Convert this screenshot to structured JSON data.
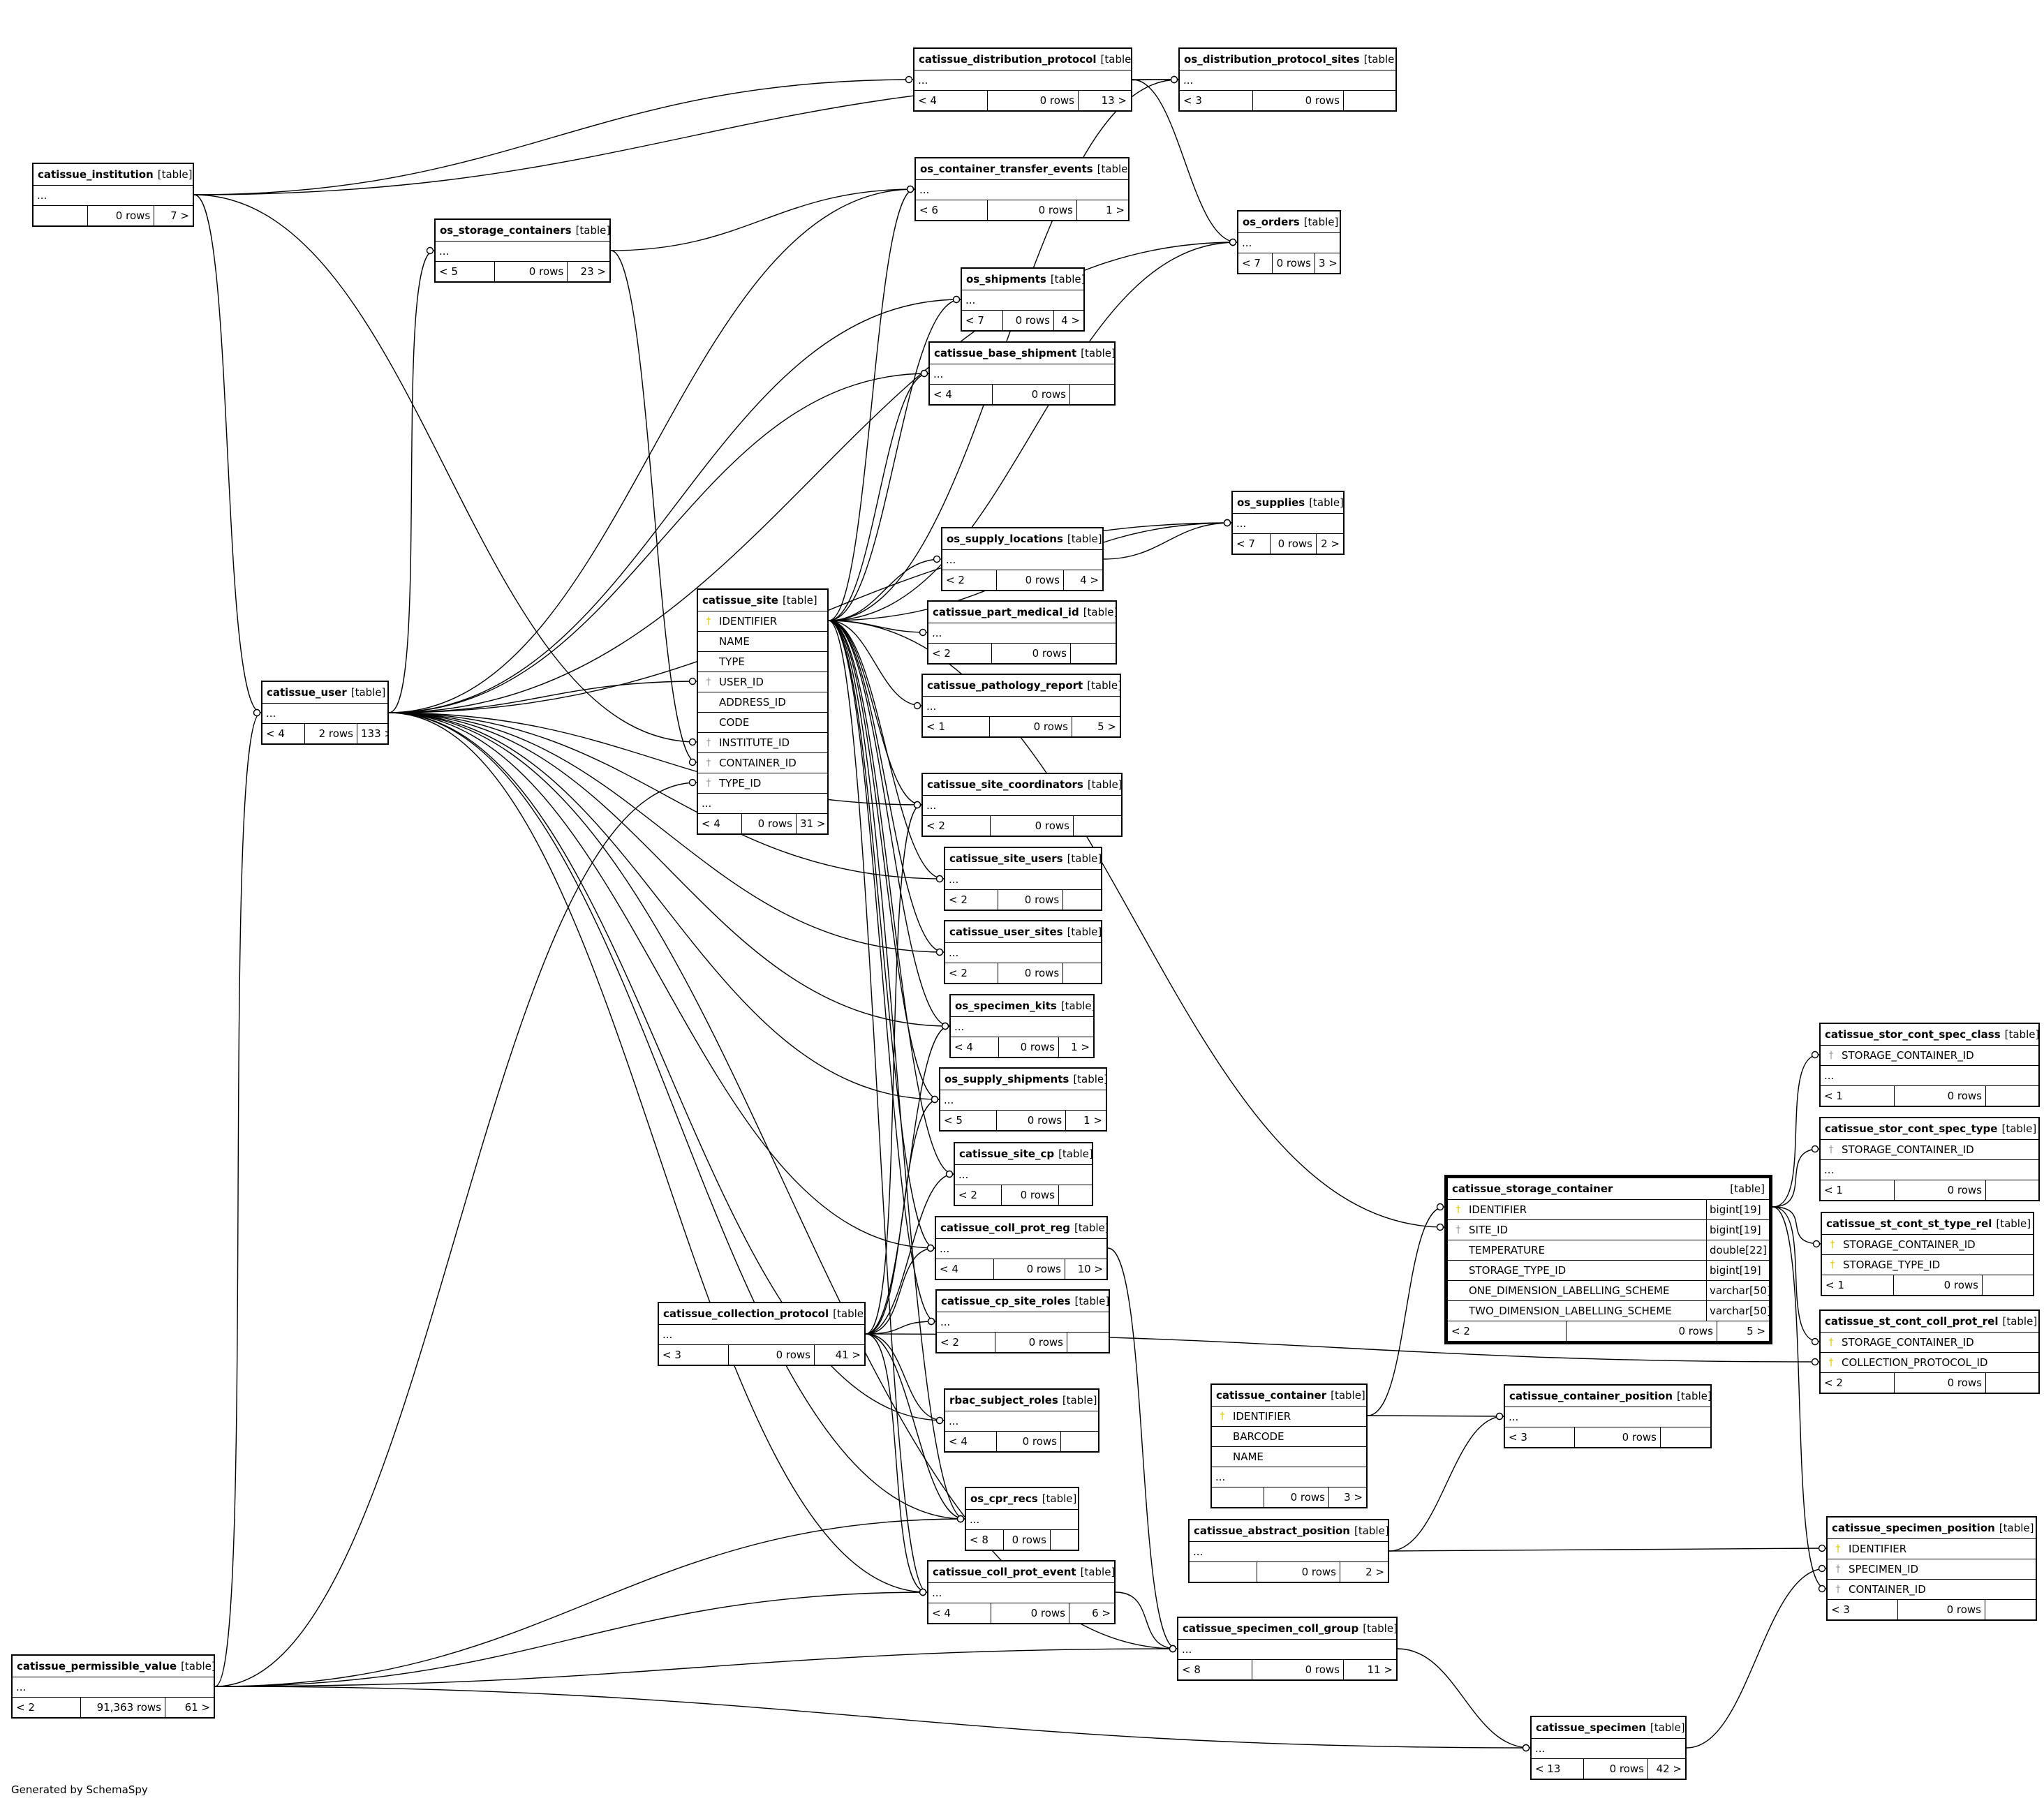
{
  "caption": "Generated by SchemaSpy",
  "table_tag": "[table]",
  "ellipsis": "...",
  "tables": [
    {
      "name": "catissue_distribution_protocol",
      "columns": [],
      "foot": [
        "< 4",
        "0 rows",
        "13 >"
      ]
    },
    {
      "name": "os_distribution_protocol_sites",
      "columns": [],
      "foot": [
        "< 3",
        "0 rows",
        ""
      ]
    },
    {
      "name": "catissue_institution",
      "columns": [],
      "foot": [
        "",
        "0 rows",
        "7 >"
      ]
    },
    {
      "name": "os_container_transfer_events",
      "columns": [],
      "foot": [
        "< 6",
        "0 rows",
        "1 >"
      ]
    },
    {
      "name": "os_storage_containers",
      "columns": [],
      "foot": [
        "< 5",
        "0 rows",
        "23 >"
      ]
    },
    {
      "name": "os_orders",
      "columns": [],
      "foot": [
        "< 7",
        "0 rows",
        "3 >"
      ]
    },
    {
      "name": "os_shipments",
      "columns": [],
      "foot": [
        "< 7",
        "0 rows",
        "4 >"
      ]
    },
    {
      "name": "catissue_base_shipment",
      "columns": [],
      "foot": [
        "< 4",
        "0 rows",
        ""
      ]
    },
    {
      "name": "os_supplies",
      "columns": [],
      "foot": [
        "< 7",
        "0 rows",
        "2 >"
      ]
    },
    {
      "name": "os_supply_locations",
      "columns": [],
      "foot": [
        "< 2",
        "0 rows",
        "4 >"
      ]
    },
    {
      "name": "catissue_part_medical_id",
      "columns": [],
      "foot": [
        "< 2",
        "0 rows",
        ""
      ]
    },
    {
      "name": "catissue_site",
      "columns": [
        {
          "key": "pk",
          "name": "IDENTIFIER"
        },
        {
          "key": "",
          "name": "NAME"
        },
        {
          "key": "",
          "name": "TYPE"
        },
        {
          "key": "fk",
          "name": "USER_ID"
        },
        {
          "key": "",
          "name": "ADDRESS_ID"
        },
        {
          "key": "",
          "name": "CODE"
        },
        {
          "key": "fk",
          "name": "INSTITUTE_ID"
        },
        {
          "key": "fk",
          "name": "CONTAINER_ID"
        },
        {
          "key": "fk",
          "name": "TYPE_ID"
        }
      ],
      "foot": [
        "< 4",
        "0 rows",
        "31 >"
      ]
    },
    {
      "name": "catissue_user",
      "columns": [],
      "foot": [
        "< 4",
        "2 rows",
        "133 >"
      ]
    },
    {
      "name": "catissue_pathology_report",
      "columns": [],
      "foot": [
        "< 1",
        "0 rows",
        "5 >"
      ]
    },
    {
      "name": "catissue_site_coordinators",
      "columns": [],
      "foot": [
        "< 2",
        "0 rows",
        ""
      ]
    },
    {
      "name": "catissue_site_users",
      "columns": [],
      "foot": [
        "< 2",
        "0 rows",
        ""
      ]
    },
    {
      "name": "catissue_user_sites",
      "columns": [],
      "foot": [
        "< 2",
        "0 rows",
        ""
      ]
    },
    {
      "name": "os_specimen_kits",
      "columns": [],
      "foot": [
        "< 4",
        "0 rows",
        "1 >"
      ]
    },
    {
      "name": "os_supply_shipments",
      "columns": [],
      "foot": [
        "< 5",
        "0 rows",
        "1 >"
      ]
    },
    {
      "name": "catissue_site_cp",
      "columns": [],
      "foot": [
        "< 2",
        "0 rows",
        ""
      ]
    },
    {
      "name": "catissue_coll_prot_reg",
      "columns": [],
      "foot": [
        "< 4",
        "0 rows",
        "10 >"
      ]
    },
    {
      "name": "catissue_collection_protocol",
      "columns": [],
      "foot": [
        "< 3",
        "0 rows",
        "41 >"
      ]
    },
    {
      "name": "catissue_cp_site_roles",
      "columns": [],
      "foot": [
        "< 2",
        "0 rows",
        ""
      ]
    },
    {
      "name": "rbac_subject_roles",
      "columns": [],
      "foot": [
        "< 4",
        "0 rows",
        ""
      ]
    },
    {
      "name": "os_cpr_recs",
      "columns": [],
      "foot": [
        "< 8",
        "0 rows",
        ""
      ]
    },
    {
      "name": "catissue_coll_prot_event",
      "columns": [],
      "foot": [
        "< 4",
        "0 rows",
        "6 >"
      ]
    },
    {
      "name": "catissue_permissible_value",
      "columns": [],
      "foot": [
        "< 2",
        "91,363 rows",
        "61 >"
      ]
    },
    {
      "name": "catissue_storage_container",
      "focus": true,
      "columns": [
        {
          "key": "pk",
          "name": "IDENTIFIER",
          "type": "bigint[19]"
        },
        {
          "key": "fk",
          "name": "SITE_ID",
          "type": "bigint[19]"
        },
        {
          "key": "",
          "name": "TEMPERATURE",
          "type": "double[22]"
        },
        {
          "key": "",
          "name": "STORAGE_TYPE_ID",
          "type": "bigint[19]"
        },
        {
          "key": "",
          "name": "ONE_DIMENSION_LABELLING_SCHEME",
          "type": "varchar[50]"
        },
        {
          "key": "",
          "name": "TWO_DIMENSION_LABELLING_SCHEME",
          "type": "varchar[50]"
        }
      ],
      "foot": [
        "< 2",
        "0 rows",
        "5 >"
      ],
      "nodots": true
    },
    {
      "name": "catissue_container",
      "columns": [
        {
          "key": "pk",
          "name": "IDENTIFIER"
        },
        {
          "key": "",
          "name": "BARCODE"
        },
        {
          "key": "",
          "name": "NAME"
        }
      ],
      "foot": [
        "",
        "0 rows",
        "3 >"
      ]
    },
    {
      "name": "catissue_container_position",
      "columns": [],
      "foot": [
        "< 3",
        "0 rows",
        ""
      ]
    },
    {
      "name": "catissue_abstract_position",
      "columns": [],
      "foot": [
        "",
        "0 rows",
        "2 >"
      ]
    },
    {
      "name": "catissue_specimen_coll_group",
      "columns": [],
      "foot": [
        "< 8",
        "0 rows",
        "11 >"
      ]
    },
    {
      "name": "catissue_specimen",
      "columns": [],
      "foot": [
        "< 13",
        "0 rows",
        "42 >"
      ]
    },
    {
      "name": "catissue_stor_cont_spec_class",
      "columns": [
        {
          "key": "fk",
          "name": "STORAGE_CONTAINER_ID"
        }
      ],
      "foot": [
        "< 1",
        "0 rows",
        ""
      ]
    },
    {
      "name": "catissue_stor_cont_spec_type",
      "columns": [
        {
          "key": "fk",
          "name": "STORAGE_CONTAINER_ID"
        }
      ],
      "foot": [
        "< 1",
        "0 rows",
        ""
      ]
    },
    {
      "name": "catissue_st_cont_st_type_rel",
      "columns": [
        {
          "key": "pk",
          "name": "STORAGE_CONTAINER_ID"
        },
        {
          "key": "pk",
          "name": "STORAGE_TYPE_ID"
        }
      ],
      "foot": [
        "< 1",
        "0 rows",
        ""
      ],
      "nodots": true
    },
    {
      "name": "catissue_st_cont_coll_prot_rel",
      "columns": [
        {
          "key": "pk",
          "name": "STORAGE_CONTAINER_ID"
        },
        {
          "key": "pk",
          "name": "COLLECTION_PROTOCOL_ID"
        }
      ],
      "foot": [
        "< 2",
        "0 rows",
        ""
      ],
      "nodots": true
    },
    {
      "name": "catissue_specimen_position",
      "columns": [
        {
          "key": "pk",
          "name": "IDENTIFIER"
        },
        {
          "key": "fk",
          "name": "SPECIMEN_ID"
        },
        {
          "key": "fk",
          "name": "CONTAINER_ID"
        }
      ],
      "foot": [
        "< 3",
        "0 rows",
        ""
      ],
      "nodots": true
    }
  ]
}
